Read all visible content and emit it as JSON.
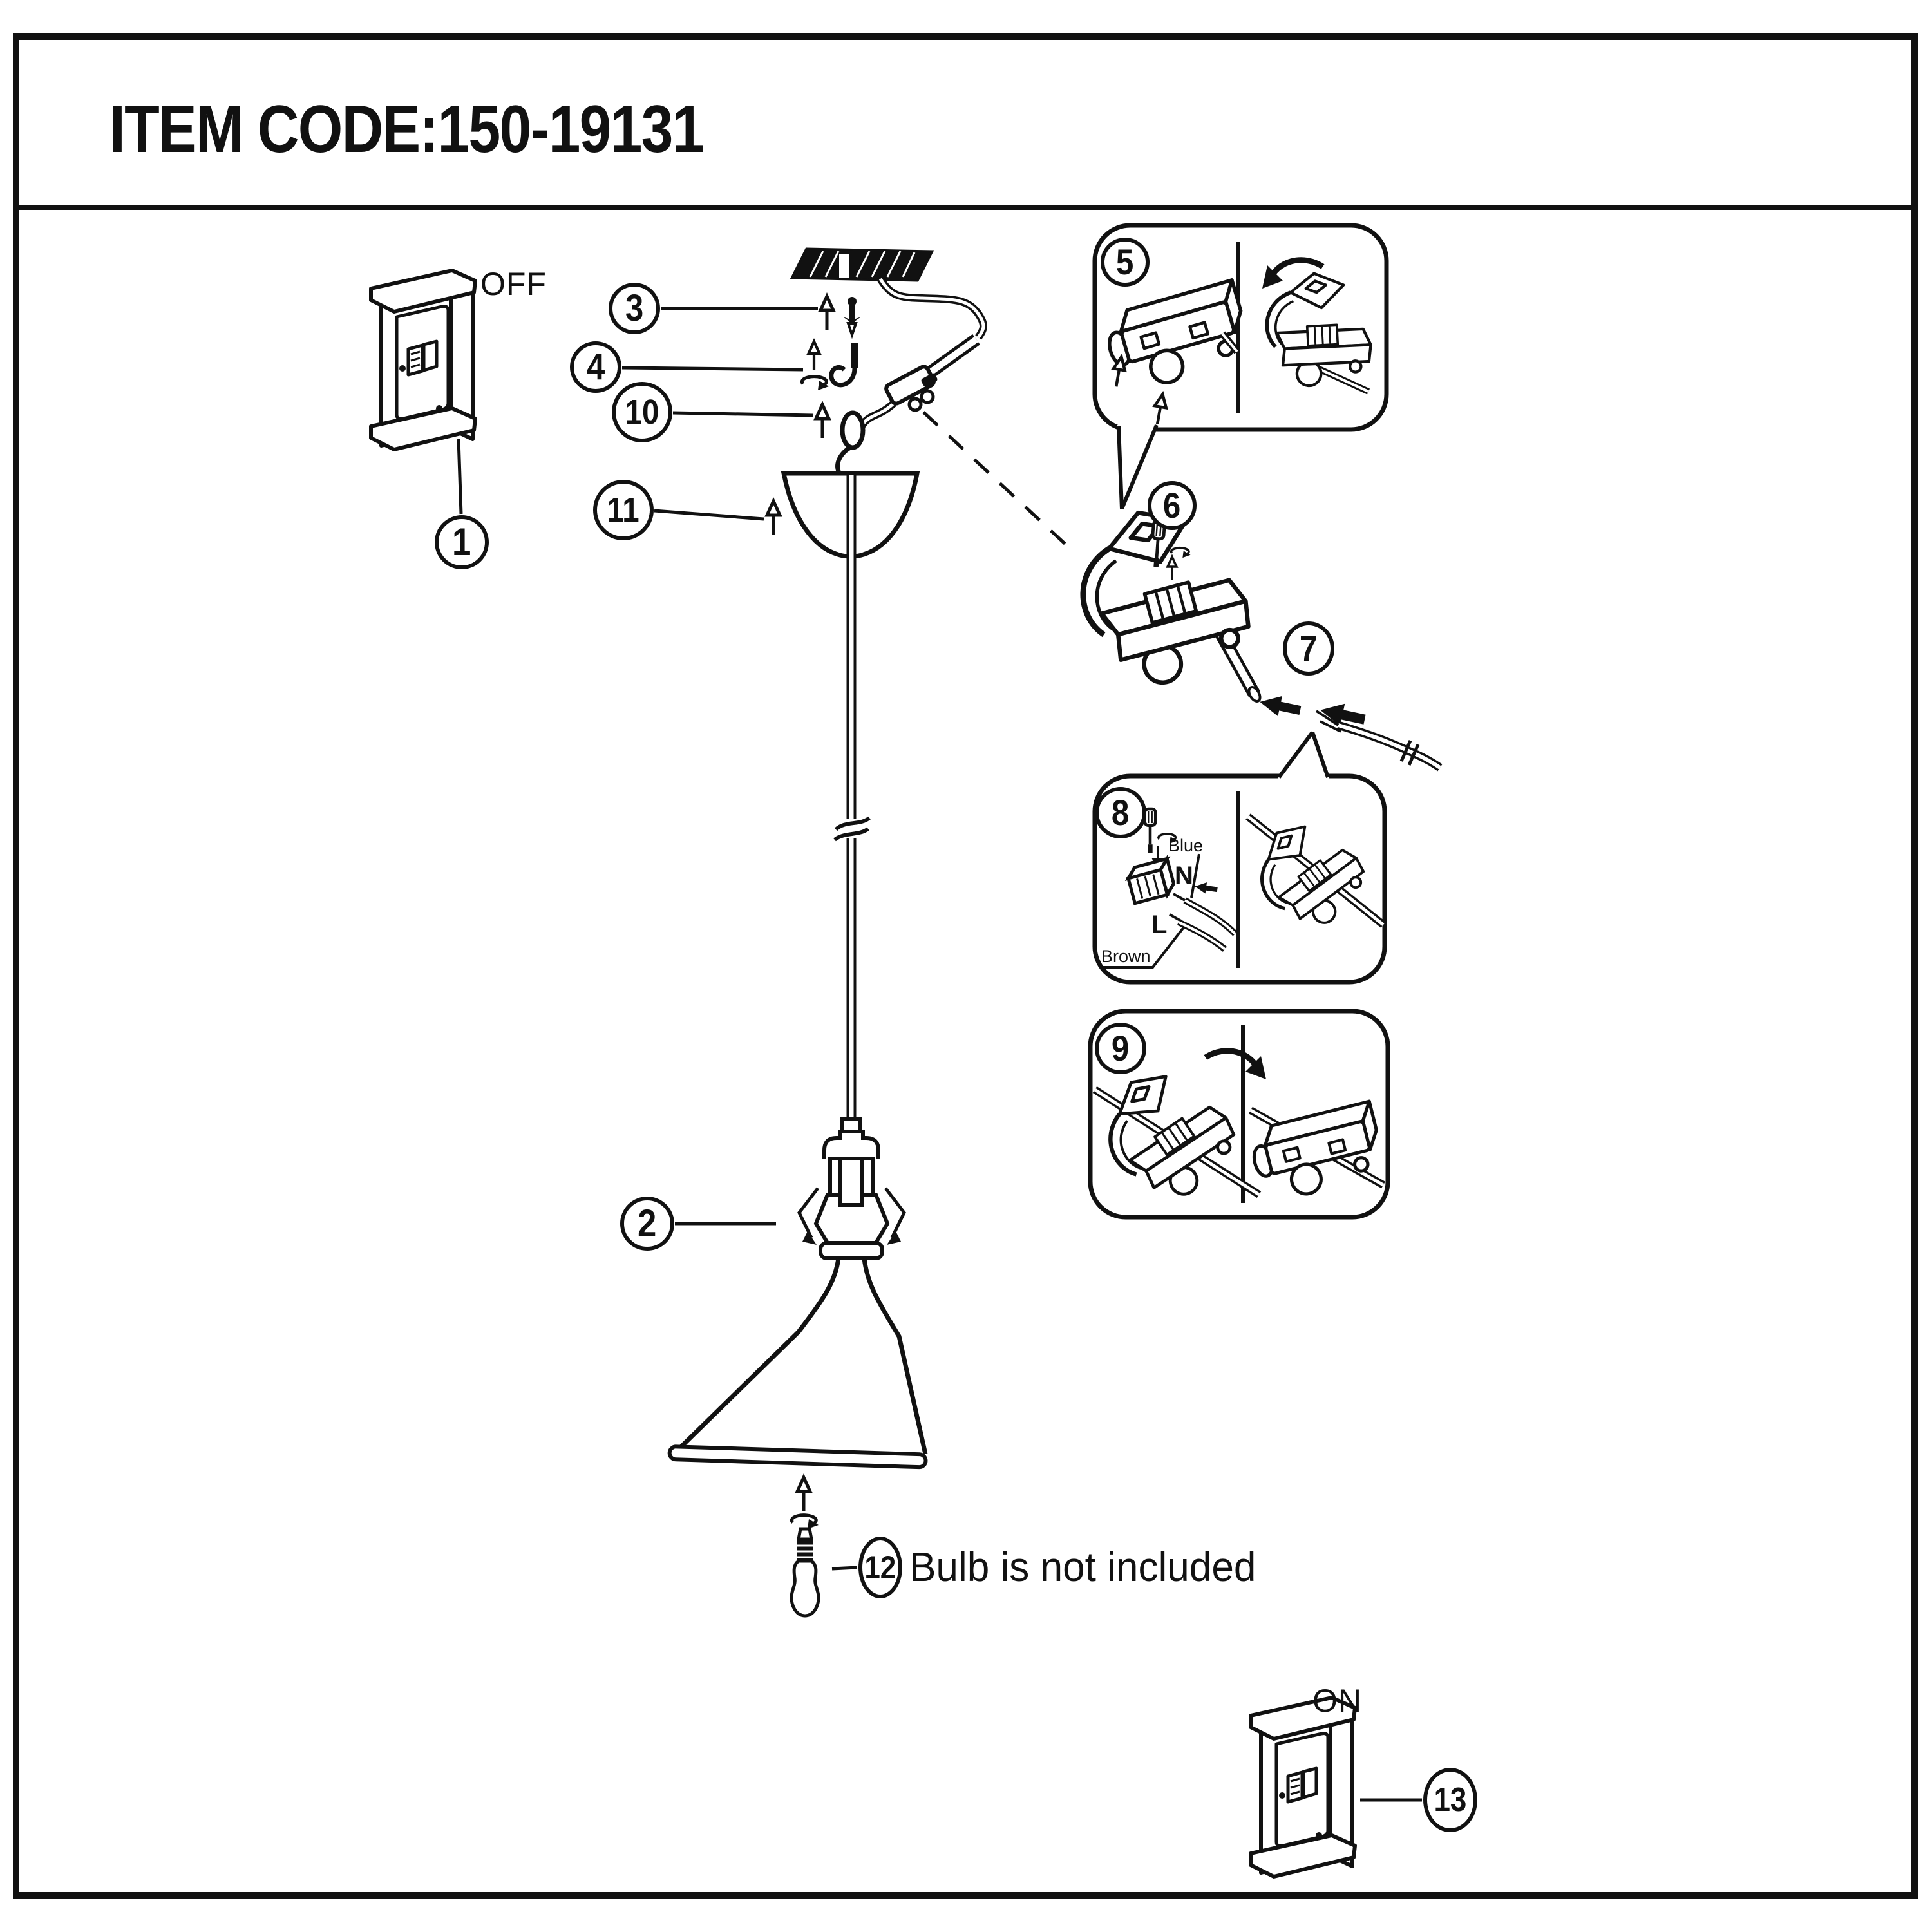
{
  "title": "ITEM CODE:150-19131",
  "labels": {
    "switch_off": "OFF",
    "switch_on": "ON",
    "wire_blue": "Blue",
    "wire_brown": "Brown",
    "terminal_neutral": "N",
    "terminal_live": "L",
    "bulb_note": "Bulb is not included"
  },
  "steps": {
    "s1": "1",
    "s2": "2",
    "s3": "3",
    "s4": "4",
    "s5": "5",
    "s6": "6",
    "s7": "7",
    "s8": "8",
    "s9": "9",
    "s10": "10",
    "s11": "11",
    "s12": "12",
    "s13": "13"
  },
  "colors": {
    "ink": "#111111",
    "paper": "#ffffff"
  }
}
